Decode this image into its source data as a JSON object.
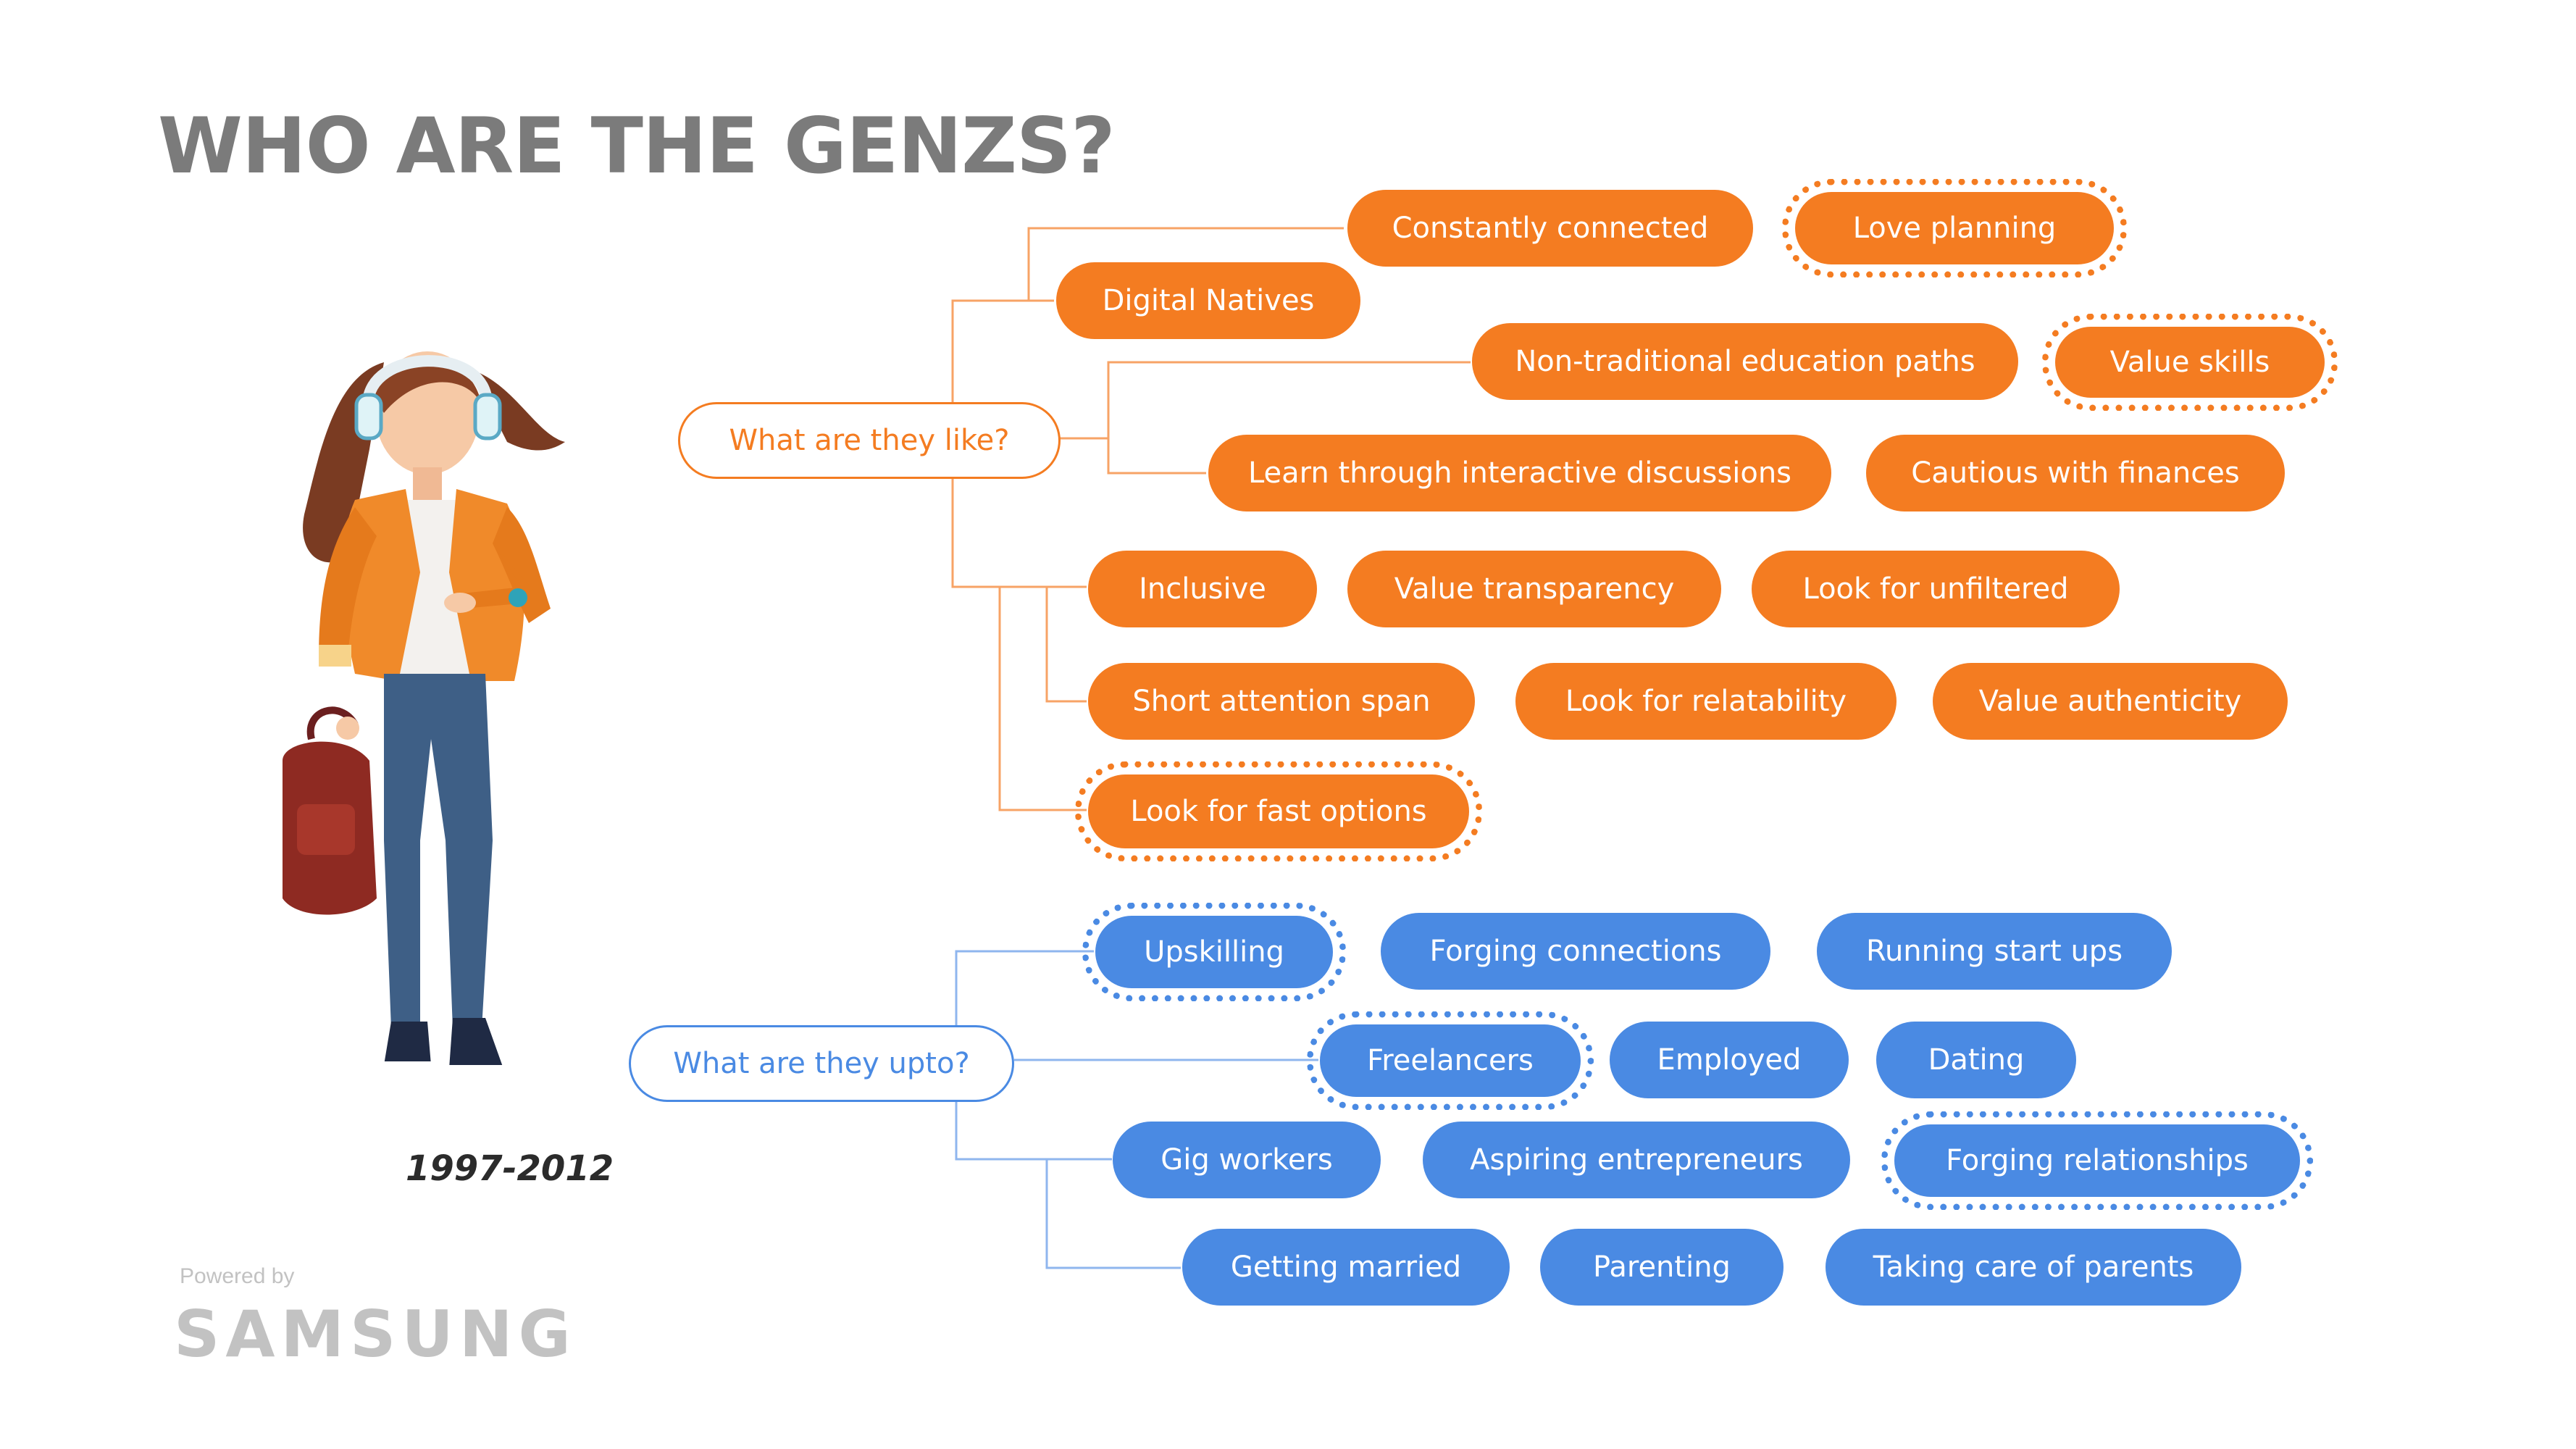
{
  "title": "WHO ARE THE GENZS?",
  "years": "1997-2012",
  "footer": {
    "powered_by": "Powered by",
    "brand": "SAMSUNG"
  },
  "colors": {
    "orange": "#f47c21",
    "blue": "#4a8ae3",
    "title_gray": "#7b7b7b",
    "footer_gray": "#c2c2c2"
  },
  "illustration": "woman-with-headphones-and-backpack",
  "groups": [
    {
      "label": "What are they like?",
      "color": "orange",
      "traits": [
        {
          "label": "Constantly connected",
          "highlighted": false
        },
        {
          "label": "Love planning",
          "highlighted": true
        },
        {
          "label": "Digital Natives",
          "highlighted": false
        },
        {
          "label": "Non-traditional education paths",
          "highlighted": false
        },
        {
          "label": "Value skills",
          "highlighted": true
        },
        {
          "label": "Learn through interactive discussions",
          "highlighted": false
        },
        {
          "label": "Cautious with finances",
          "highlighted": false
        },
        {
          "label": "Inclusive",
          "highlighted": false
        },
        {
          "label": "Value transparency",
          "highlighted": false
        },
        {
          "label": "Look for unfiltered",
          "highlighted": false
        },
        {
          "label": "Short attention span",
          "highlighted": false
        },
        {
          "label": "Look for relatability",
          "highlighted": false
        },
        {
          "label": "Value authenticity",
          "highlighted": false
        },
        {
          "label": "Look for fast options",
          "highlighted": true
        }
      ]
    },
    {
      "label": "What are they upto?",
      "color": "blue",
      "traits": [
        {
          "label": "Upskilling",
          "highlighted": true
        },
        {
          "label": "Forging connections",
          "highlighted": false
        },
        {
          "label": "Running start ups",
          "highlighted": false
        },
        {
          "label": "Freelancers",
          "highlighted": true
        },
        {
          "label": "Employed",
          "highlighted": false
        },
        {
          "label": "Dating",
          "highlighted": false
        },
        {
          "label": "Gig workers",
          "highlighted": false
        },
        {
          "label": "Aspiring entrepreneurs",
          "highlighted": false
        },
        {
          "label": "Forging relationships",
          "highlighted": true
        },
        {
          "label": "Getting married",
          "highlighted": false
        },
        {
          "label": "Parenting",
          "highlighted": false
        },
        {
          "label": "Taking care of parents",
          "highlighted": false
        }
      ]
    }
  ]
}
